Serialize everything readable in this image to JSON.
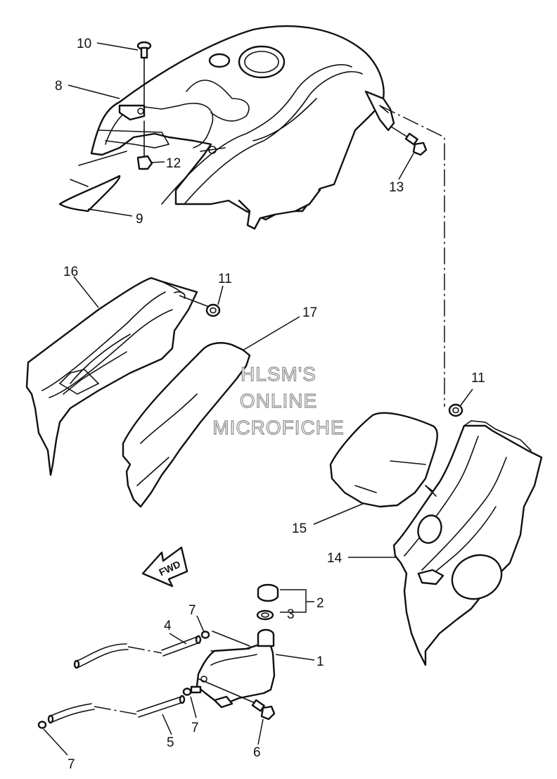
{
  "watermark": {
    "line1": "HLSM'S",
    "line2": "ONLINE",
    "line3": "MICROFICHE"
  },
  "fwd_label": "FWD",
  "callouts": {
    "n1": "1",
    "n2": "2",
    "n3": "3",
    "n4": "4",
    "n5": "5",
    "n6": "6",
    "n7a": "7",
    "n7b": "7",
    "n7c": "7",
    "n8": "8",
    "n9": "9",
    "n10": "10",
    "n11a": "11",
    "n11b": "11",
    "n12": "12",
    "n13": "13",
    "n14": "14",
    "n15": "15",
    "n16": "16",
    "n17": "17"
  }
}
